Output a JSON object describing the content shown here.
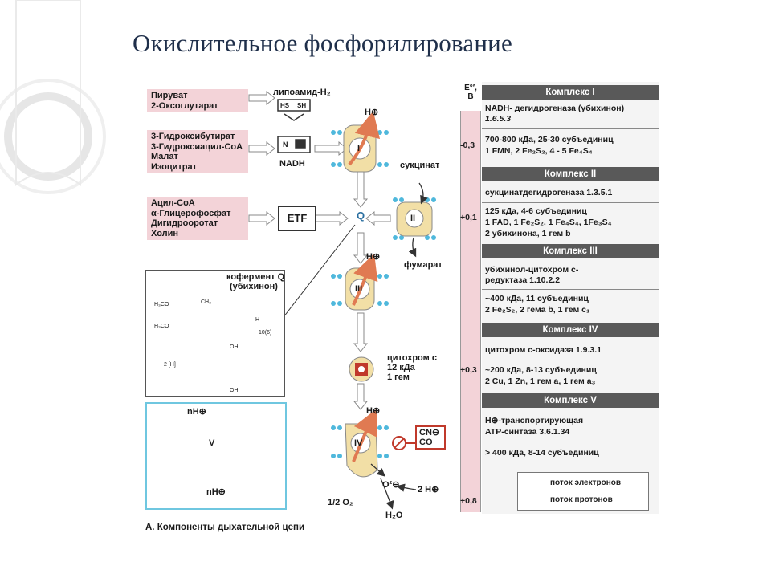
{
  "title": "Окислительное фосфорилирование",
  "substrates": {
    "group1": [
      "Пируват",
      "2-Оксоглутарат"
    ],
    "group2": [
      "3-Гидроксибутират",
      "3-Гидроксиацил-СоА",
      "Малат",
      "Изоцитрат"
    ],
    "group3": [
      "Ацил-СоА",
      "α-Глицерофосфат",
      "Дигидрооротат",
      "Холин"
    ]
  },
  "lipoamide": "липоамид-H₂",
  "hs_label": "HS",
  "sh_label": "SH",
  "nadh_label": "NADH",
  "n_label": "N",
  "etf_label": "ETF",
  "q_label": "Q",
  "succinate": "сукцинат",
  "fumarate": "фумарат",
  "proton": "H⊕",
  "complex_numerals": [
    "I",
    "II",
    "III",
    "IV",
    "V"
  ],
  "coenzyme_q": [
    "кофермент Q",
    "(убихинон)"
  ],
  "chem": {
    "h3co_1": "H₃CO",
    "h3co_2": "H₃CO",
    "ch3": "CH₃",
    "h": "H",
    "n10": "10(6)",
    "two_h": "2 [H]",
    "oh1": "OH",
    "oh2": "OH"
  },
  "cytochrome_c": [
    "цитохром с",
    "12 кДа",
    "1 гем"
  ],
  "inhibitors": [
    "CN⊖",
    "CO"
  ],
  "half_o2": "1/2 O₂",
  "o2_ion": "O²⊖",
  "two_h_plus": "2 H⊕",
  "water": "H₂O",
  "nh": "nH⊕",
  "caption": "А. Компоненты дыхательной цепи",
  "potential_scale": {
    "header": [
      "E°′,",
      "В"
    ],
    "ticks": [
      "-0,3",
      "+0,1",
      "+0,3",
      "+0,8"
    ]
  },
  "complexes": [
    {
      "name": "Комплекс I",
      "lines": [
        "NADH- дегидрогеназа (убихинон)",
        "1.6.5.3",
        "700-800 кДа, 25-30 субъединиц",
        "1 FMN, 2 Fe₂S₂, 4 - 5 Fe₄S₄"
      ]
    },
    {
      "name": "Комплекс II",
      "lines": [
        "сукцинатдегидрогеназа 1.3.5.1",
        "125 кДа, 4-6 субъединиц",
        "1 FAD, 1 Fe₂S₂, 1 Fe₄S₄, 1Fe₃S₄",
        "2 убихинона, 1 гем b"
      ]
    },
    {
      "name": "Комплекс III",
      "lines": [
        "убихинол-цитохром с-",
        "редуктаза 1.10.2.2",
        "~400 кДа, 11 субъединиц",
        "2 Fe₂S₂, 2 гема b, 1 гем c₁"
      ]
    },
    {
      "name": "Комплекс IV",
      "lines": [
        "цитохром с-оксидаза 1.9.3.1",
        "~200 кДа, 8-13 субъединиц",
        "2 Cu, 1 Zn, 1 гем a, 1 гем a₃"
      ]
    },
    {
      "name": "Комплекс V",
      "lines": [
        "H⊕-транспортирующая",
        "ATP-синтаза 3.6.1.34",
        "> 400 кДа, 8-14 субъединиц"
      ]
    }
  ],
  "legend": [
    "поток электронов",
    "поток протонов"
  ],
  "colors": {
    "membrane_lipid": "#4fb8dc",
    "protein": "#f2dfa6",
    "proton_arrow": "#e07a52",
    "panel_pink": "#f3d3d8",
    "header_gray": "#595959"
  }
}
